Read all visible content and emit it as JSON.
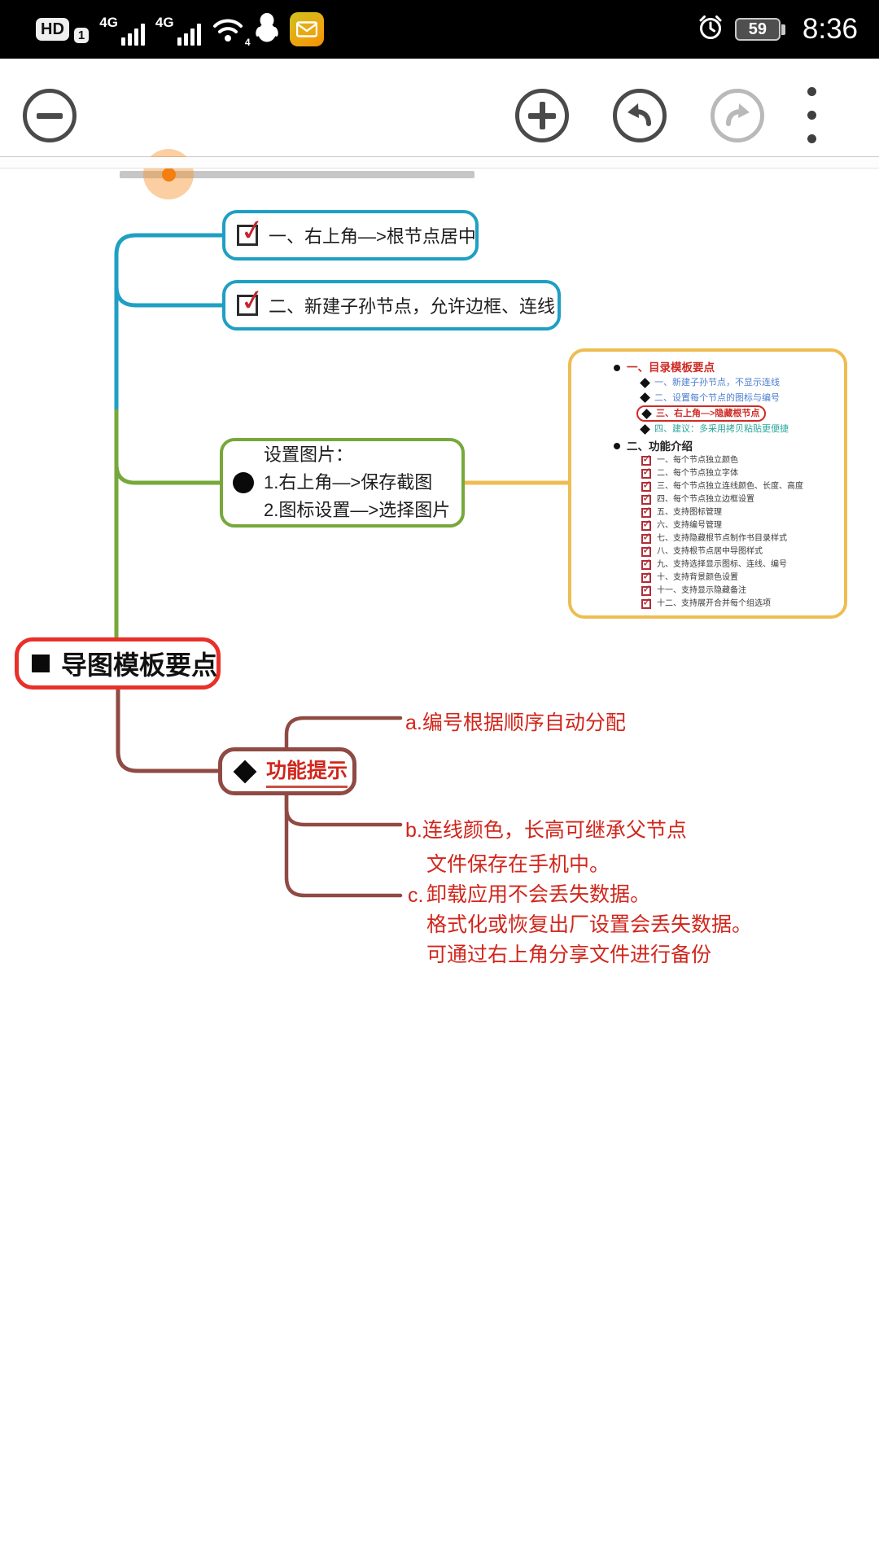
{
  "status_bar": {
    "hd": "HD",
    "sim_slot": "1",
    "network_a": "4G",
    "network_b": "4G",
    "wifi_badge": "4",
    "battery_percent": "59",
    "time": "8:36"
  },
  "toolbar": {
    "slider_value_percent": 14
  },
  "mindmap": {
    "root": {
      "label": "导图模板要点"
    },
    "node_root_center": {
      "label": "一、右上角—>根节点居中"
    },
    "node_new_child": {
      "label": "二、新建子孙节点，允许边框、连线"
    },
    "node_set_image": {
      "line1": "设置图片：",
      "line2": "1.右上角—>保存截图",
      "line3": "2.图标设置—>选择图片"
    },
    "snapshot_node": {
      "section1": {
        "title": "一、目录模板要点",
        "items": [
          "一、新建子孙节点，不显示连线",
          "二、设置每个节点的图标与编号",
          "三、右上角—>隐藏根节点",
          "四、建议：多采用拷贝粘贴更便捷"
        ]
      },
      "section2": {
        "title": "二、功能介绍",
        "items": [
          "一、每个节点独立颜色",
          "二、每个节点独立字体",
          "三、每个节点独立连线颜色、长度、高度",
          "四、每个节点独立边框设置",
          "五、支持图标管理",
          "六、支持编号管理",
          "七、支持隐藏根节点制作书目录样式",
          "八、支持根节点居中导图样式",
          "九、支持选择显示图标、连线、编号",
          "十、支持背景颜色设置",
          "十一、支持显示隐藏备注",
          "十二、支持展开合并每个组选项"
        ]
      }
    },
    "node_tips": {
      "label": "功能提示"
    },
    "tip_a": "a.编号根据顺序自动分配",
    "tip_b": "b.连线颜色，长高可继承父节点",
    "tip_c_prefix": "c.",
    "tip_c_lines": [
      "文件保存在手机中。",
      "卸载应用不会丢失数据。",
      "格式化或恢复出厂设置会丢失数据。",
      "可通过右上角分享文件进行备份"
    ]
  },
  "colors": {
    "branch_cyan": "#1f9fc4",
    "branch_green": "#76a83a",
    "branch_yellow": "#eebd52",
    "branch_dark_red": "#8f4a44",
    "root_border_red": "#e8302a",
    "text_red": "#d0261c",
    "sub_blue": "#4d7fd0",
    "sub_teal": "#2aa79b",
    "check_red": "#b02c35",
    "slider_thumb_orange": "#f47f0e"
  },
  "icons": {
    "zoom_out": "minus-circle",
    "zoom_in": "plus-circle",
    "undo": "curved-arrow-left",
    "redo": "curved-arrow-right",
    "menu": "vertical-ellipsis",
    "checkbox_checked": "red-check-box",
    "bullet": "black-circle",
    "diamond": "black-diamond",
    "square": "black-square",
    "circle": "black-circle"
  }
}
